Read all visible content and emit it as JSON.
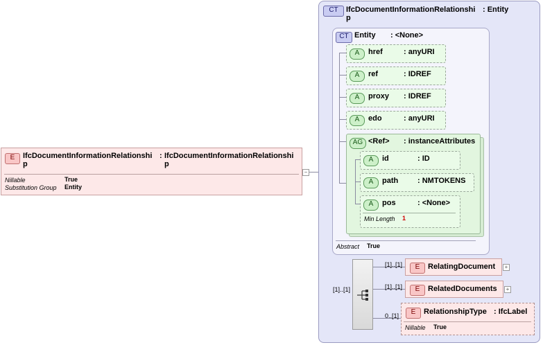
{
  "root": {
    "badge": "E",
    "name_line1": "IfcDocumentInformationRelationshi",
    "name_line2": "p",
    "separator": ":",
    "type_line1": "IfcDocumentInformationRelationshi",
    "type_line2": "p",
    "props": [
      {
        "label": "Nillable",
        "value": "True"
      },
      {
        "label": "Substitution Group",
        "value": "Entity"
      }
    ]
  },
  "complex_type": {
    "badge": "CT",
    "title_line1": "IfcDocumentInformationRelationshi",
    "title_line2": "p",
    "type": ": Entity"
  },
  "entity_type": {
    "badge": "CT",
    "name": "Entity",
    "type": ": <None>",
    "attributes": [
      {
        "badge": "A",
        "name": "href",
        "type": ": anyURI"
      },
      {
        "badge": "A",
        "name": "ref",
        "type": ": IDREF"
      },
      {
        "badge": "A",
        "name": "proxy",
        "type": ": IDREF"
      },
      {
        "badge": "A",
        "name": "edo",
        "type": ": anyURI"
      }
    ],
    "attribute_group": {
      "badge": "AG",
      "name": "<Ref>",
      "type": ": instanceAttributes",
      "attributes": [
        {
          "badge": "A",
          "name": "id",
          "type": ": ID"
        },
        {
          "badge": "A",
          "name": "path",
          "type": ": NMTOKENS"
        },
        {
          "badge": "A",
          "name": "pos",
          "type": ": <None>",
          "prop_label": "Min Length",
          "prop_value": "1"
        }
      ]
    },
    "abstract_label": "Abstract",
    "abstract_value": "True"
  },
  "sequence": {
    "multiplicity": "[1]..[1]",
    "elements": [
      {
        "badge": "E",
        "name": "RelatingDocument",
        "multiplicity": "[1]..[1]"
      },
      {
        "badge": "E",
        "name": "RelatedDocuments",
        "multiplicity": "[1]..[1]"
      },
      {
        "badge": "E",
        "name": "RelationshipType",
        "type": ": IfcLabel",
        "multiplicity": "0..[1]",
        "prop_label": "Nillable",
        "prop_value": "True"
      }
    ]
  },
  "icons": {
    "collapse": "−",
    "expand": "+"
  }
}
